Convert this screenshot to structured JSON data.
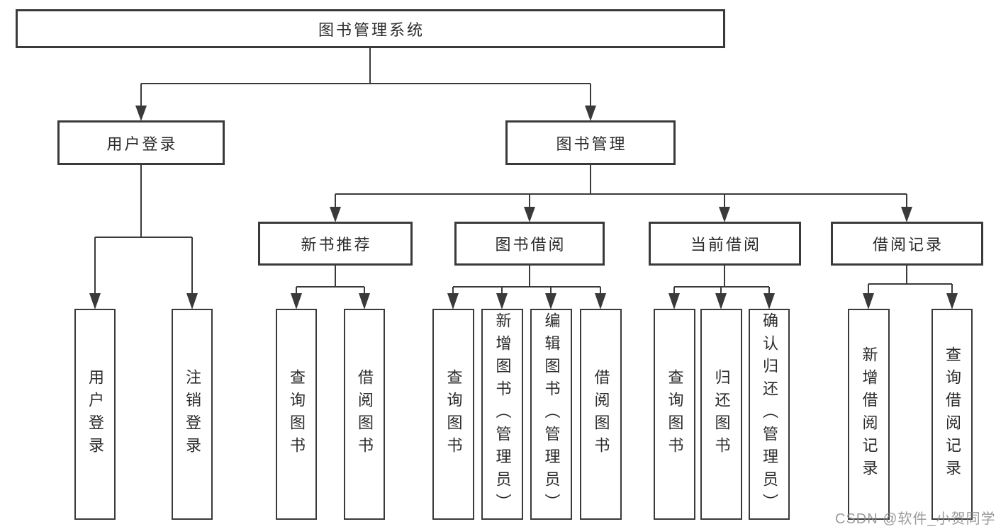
{
  "root": {
    "label": "图书管理系统"
  },
  "level2": [
    {
      "label": "用户登录",
      "children": [
        {
          "label": "用户登录"
        },
        {
          "label": "注销登录"
        }
      ]
    },
    {
      "label": "图书管理",
      "children": [
        {
          "label": "新书推荐",
          "children": [
            {
              "label": "查询图书"
            },
            {
              "label": "借阅图书"
            }
          ]
        },
        {
          "label": "图书借阅",
          "children": [
            {
              "label": "查询图书"
            },
            {
              "label": "新增图书（管理员）"
            },
            {
              "label": "编辑图书（管理员）"
            },
            {
              "label": "借阅图书"
            }
          ]
        },
        {
          "label": "当前借阅",
          "children": [
            {
              "label": "查询图书"
            },
            {
              "label": "归还图书"
            },
            {
              "label": "确认归还（管理员）"
            }
          ]
        },
        {
          "label": "借阅记录",
          "children": [
            {
              "label": "新增借阅记录"
            },
            {
              "label": "查询借阅记录"
            }
          ]
        }
      ]
    }
  ],
  "watermark": {
    "text": "CSDN @软件_小贺同学"
  },
  "colors": {
    "line": "#3a3a3a",
    "text": "#2b2b2b",
    "watermark": "#8a8a8a",
    "background": "#ffffff"
  }
}
